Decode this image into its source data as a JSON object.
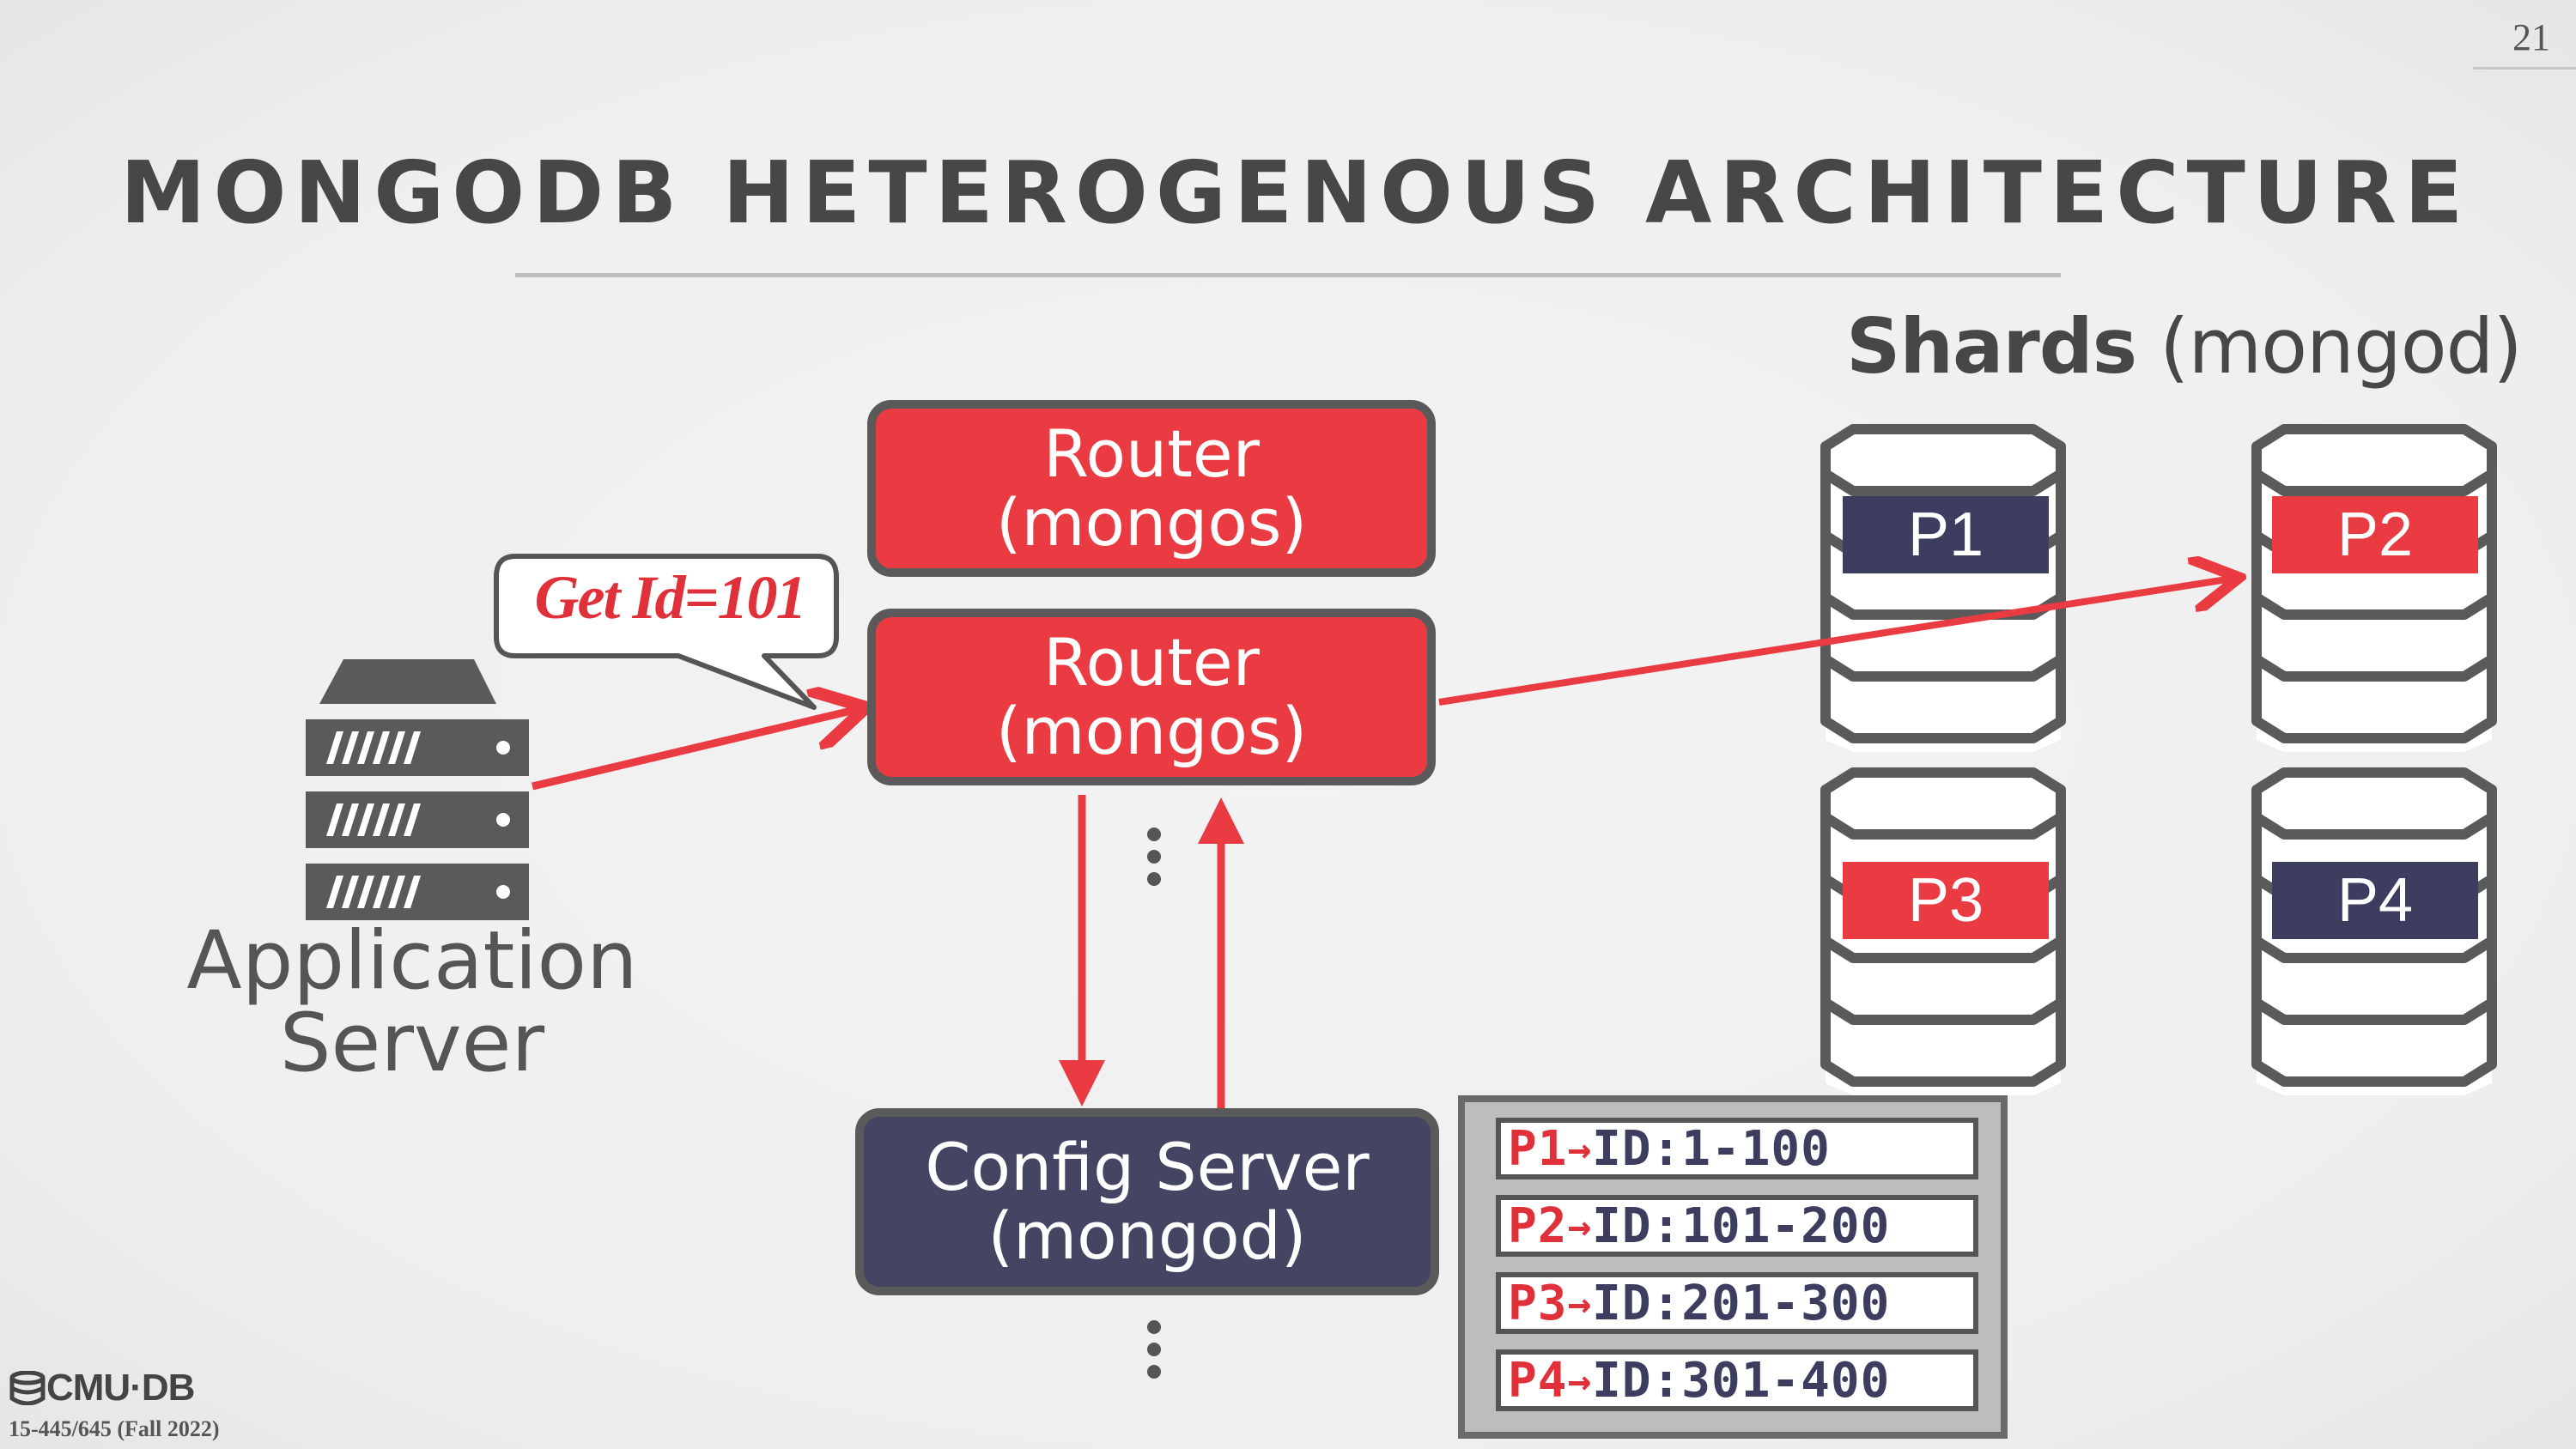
{
  "slide": {
    "number": "21",
    "title": "MONGODB HETEROGENOUS ARCHITECTURE",
    "course": "15-445/645 (Fall 2022)",
    "logo_text": "CMU·DB"
  },
  "shards_heading": {
    "bold": "Shards",
    "normal": " (mongod)"
  },
  "routers": [
    {
      "line1": "Router",
      "line2": "(mongos)"
    },
    {
      "line1": "Router",
      "line2": "(mongos)"
    }
  ],
  "config_server": {
    "line1": "Config Server",
    "line2": "(mongod)"
  },
  "application_server": {
    "line1": "Application",
    "line2": "Server"
  },
  "request": {
    "text": "Get Id=101"
  },
  "partitions": [
    "P1",
    "P2",
    "P3",
    "P4"
  ],
  "partition_map": [
    {
      "partition": "P1",
      "arrow": "→",
      "range": "ID:1-100"
    },
    {
      "partition": "P2",
      "arrow": "→",
      "range": "ID:101-200"
    },
    {
      "partition": "P3",
      "arrow": "→",
      "range": "ID:201-300"
    },
    {
      "partition": "P4",
      "arrow": "→",
      "range": "ID:301-400"
    }
  ],
  "colors": {
    "accent_red": "#ea3a42",
    "navy": "#3d3d60",
    "text_gray": "#474747"
  }
}
